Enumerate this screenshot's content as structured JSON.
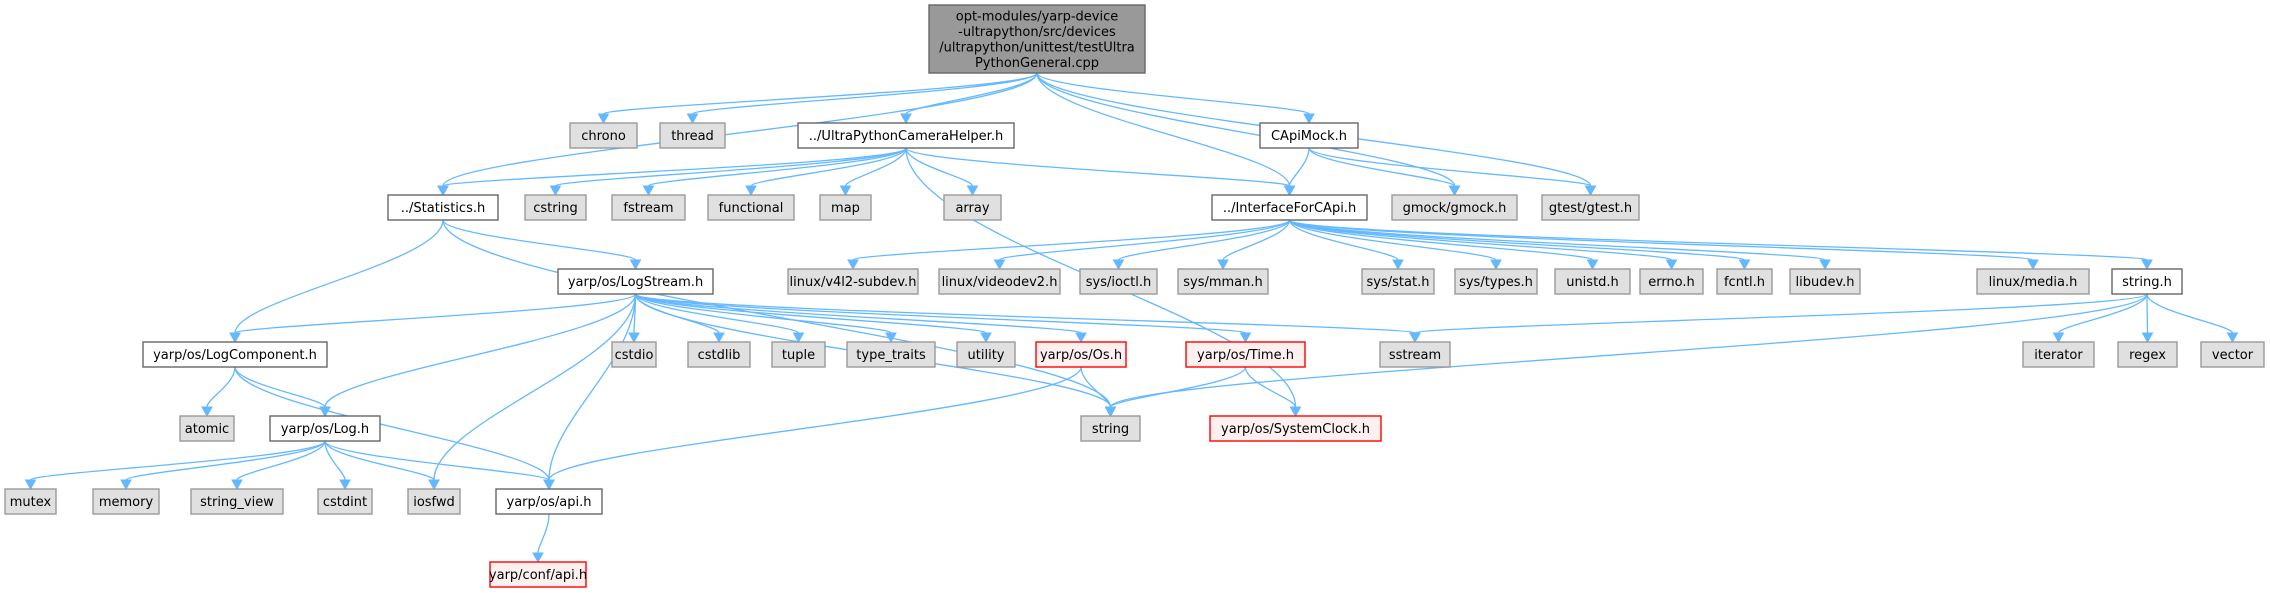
{
  "diagram": {
    "type": "include-dependency-graph",
    "colors": {
      "root_fill": "#999999",
      "root_border": "#666666",
      "documented_fill": "#ffffff",
      "documented_border": "#666666",
      "external_fill": "#e0e0e0",
      "external_border": "#999999",
      "missing_fill": "#fff0f0",
      "missing_border": "#ff0000",
      "edge": "#63b8ff"
    },
    "nodes": [
      {
        "id": "root",
        "label_lines": [
          "opt-modules/yarp-device",
          "-ultrapython/src/devices",
          "/ultrapython/unittest/testUltra",
          "PythonGeneral.cpp"
        ],
        "kind": "root"
      },
      {
        "id": "chrono",
        "label_lines": [
          "chrono"
        ],
        "kind": "external"
      },
      {
        "id": "thread",
        "label_lines": [
          "thread"
        ],
        "kind": "external"
      },
      {
        "id": "helper",
        "label_lines": [
          "../UltraPythonCameraHelper.h"
        ],
        "kind": "documented"
      },
      {
        "id": "capimock",
        "label_lines": [
          "CApiMock.h"
        ],
        "kind": "documented"
      },
      {
        "id": "statistics",
        "label_lines": [
          "../Statistics.h"
        ],
        "kind": "documented"
      },
      {
        "id": "cstring",
        "label_lines": [
          "cstring"
        ],
        "kind": "external"
      },
      {
        "id": "fstream",
        "label_lines": [
          "fstream"
        ],
        "kind": "external"
      },
      {
        "id": "functional",
        "label_lines": [
          "functional"
        ],
        "kind": "external"
      },
      {
        "id": "map",
        "label_lines": [
          "map"
        ],
        "kind": "external"
      },
      {
        "id": "array",
        "label_lines": [
          "array"
        ],
        "kind": "external"
      },
      {
        "id": "iface",
        "label_lines": [
          "../InterfaceForCApi.h"
        ],
        "kind": "documented"
      },
      {
        "id": "gmock",
        "label_lines": [
          "gmock/gmock.h"
        ],
        "kind": "external"
      },
      {
        "id": "gtest",
        "label_lines": [
          "gtest/gtest.h"
        ],
        "kind": "external"
      },
      {
        "id": "logstream",
        "label_lines": [
          "yarp/os/LogStream.h"
        ],
        "kind": "documented"
      },
      {
        "id": "v4l2",
        "label_lines": [
          "linux/v4l2-subdev.h"
        ],
        "kind": "external"
      },
      {
        "id": "videodev2",
        "label_lines": [
          "linux/videodev2.h"
        ],
        "kind": "external"
      },
      {
        "id": "ioctl",
        "label_lines": [
          "sys/ioctl.h"
        ],
        "kind": "external"
      },
      {
        "id": "mman",
        "label_lines": [
          "sys/mman.h"
        ],
        "kind": "external"
      },
      {
        "id": "stat",
        "label_lines": [
          "sys/stat.h"
        ],
        "kind": "external"
      },
      {
        "id": "types",
        "label_lines": [
          "sys/types.h"
        ],
        "kind": "external"
      },
      {
        "id": "unistd",
        "label_lines": [
          "unistd.h"
        ],
        "kind": "external"
      },
      {
        "id": "errno",
        "label_lines": [
          "errno.h"
        ],
        "kind": "external"
      },
      {
        "id": "fcntl",
        "label_lines": [
          "fcntl.h"
        ],
        "kind": "external"
      },
      {
        "id": "libudev",
        "label_lines": [
          "libudev.h"
        ],
        "kind": "external"
      },
      {
        "id": "media",
        "label_lines": [
          "linux/media.h"
        ],
        "kind": "external"
      },
      {
        "id": "stringh",
        "label_lines": [
          "string.h"
        ],
        "kind": "documented"
      },
      {
        "id": "logcomponent",
        "label_lines": [
          "yarp/os/LogComponent.h"
        ],
        "kind": "documented"
      },
      {
        "id": "cstdio",
        "label_lines": [
          "cstdio"
        ],
        "kind": "external"
      },
      {
        "id": "cstdlib",
        "label_lines": [
          "cstdlib"
        ],
        "kind": "external"
      },
      {
        "id": "tuple",
        "label_lines": [
          "tuple"
        ],
        "kind": "external"
      },
      {
        "id": "type_traits",
        "label_lines": [
          "type_traits"
        ],
        "kind": "external"
      },
      {
        "id": "utility",
        "label_lines": [
          "utility"
        ],
        "kind": "external"
      },
      {
        "id": "os",
        "label_lines": [
          "yarp/os/Os.h"
        ],
        "kind": "missing"
      },
      {
        "id": "time",
        "label_lines": [
          "yarp/os/Time.h"
        ],
        "kind": "missing"
      },
      {
        "id": "sstream",
        "label_lines": [
          "sstream"
        ],
        "kind": "external"
      },
      {
        "id": "iterator",
        "label_lines": [
          "iterator"
        ],
        "kind": "external"
      },
      {
        "id": "regex",
        "label_lines": [
          "regex"
        ],
        "kind": "external"
      },
      {
        "id": "vector",
        "label_lines": [
          "vector"
        ],
        "kind": "external"
      },
      {
        "id": "atomic",
        "label_lines": [
          "atomic"
        ],
        "kind": "external"
      },
      {
        "id": "log",
        "label_lines": [
          "yarp/os/Log.h"
        ],
        "kind": "documented"
      },
      {
        "id": "string",
        "label_lines": [
          "string"
        ],
        "kind": "external"
      },
      {
        "id": "systemclock",
        "label_lines": [
          "yarp/os/SystemClock.h"
        ],
        "kind": "missing"
      },
      {
        "id": "mutex",
        "label_lines": [
          "mutex"
        ],
        "kind": "external"
      },
      {
        "id": "memory",
        "label_lines": [
          "memory"
        ],
        "kind": "external"
      },
      {
        "id": "string_view",
        "label_lines": [
          "string_view"
        ],
        "kind": "external"
      },
      {
        "id": "cstdint",
        "label_lines": [
          "cstdint"
        ],
        "kind": "external"
      },
      {
        "id": "iosfwd",
        "label_lines": [
          "iosfwd"
        ],
        "kind": "external"
      },
      {
        "id": "api",
        "label_lines": [
          "yarp/os/api.h"
        ],
        "kind": "documented"
      },
      {
        "id": "confapi",
        "label_lines": [
          "yarp/conf/api.h"
        ],
        "kind": "missing"
      }
    ],
    "edges": [
      [
        "root",
        "chrono"
      ],
      [
        "root",
        "thread"
      ],
      [
        "root",
        "helper"
      ],
      [
        "root",
        "capimock"
      ],
      [
        "root",
        "statistics"
      ],
      [
        "root",
        "iface"
      ],
      [
        "root",
        "gmock"
      ],
      [
        "root",
        "gtest"
      ],
      [
        "helper",
        "statistics"
      ],
      [
        "helper",
        "cstring"
      ],
      [
        "helper",
        "fstream"
      ],
      [
        "helper",
        "functional"
      ],
      [
        "helper",
        "map"
      ],
      [
        "helper",
        "array"
      ],
      [
        "helper",
        "iface"
      ],
      [
        "helper",
        "systemclock"
      ],
      [
        "capimock",
        "iface"
      ],
      [
        "capimock",
        "gmock"
      ],
      [
        "capimock",
        "gtest"
      ],
      [
        "statistics",
        "logcomponent"
      ],
      [
        "statistics",
        "logstream"
      ],
      [
        "statistics",
        "string"
      ],
      [
        "iface",
        "v4l2"
      ],
      [
        "iface",
        "videodev2"
      ],
      [
        "iface",
        "ioctl"
      ],
      [
        "iface",
        "mman"
      ],
      [
        "iface",
        "stat"
      ],
      [
        "iface",
        "types"
      ],
      [
        "iface",
        "unistd"
      ],
      [
        "iface",
        "errno"
      ],
      [
        "iface",
        "fcntl"
      ],
      [
        "iface",
        "libudev"
      ],
      [
        "iface",
        "media"
      ],
      [
        "iface",
        "stringh"
      ],
      [
        "logstream",
        "logcomponent"
      ],
      [
        "logstream",
        "log"
      ],
      [
        "logstream",
        "cstdio"
      ],
      [
        "logstream",
        "cstdlib"
      ],
      [
        "logstream",
        "tuple"
      ],
      [
        "logstream",
        "type_traits"
      ],
      [
        "logstream",
        "utility"
      ],
      [
        "logstream",
        "os"
      ],
      [
        "logstream",
        "time"
      ],
      [
        "logstream",
        "sstream"
      ],
      [
        "logstream",
        "string"
      ],
      [
        "logstream",
        "iosfwd"
      ],
      [
        "logstream",
        "api"
      ],
      [
        "stringh",
        "sstream"
      ],
      [
        "stringh",
        "string"
      ],
      [
        "stringh",
        "iterator"
      ],
      [
        "stringh",
        "regex"
      ],
      [
        "stringh",
        "vector"
      ],
      [
        "logcomponent",
        "atomic"
      ],
      [
        "logcomponent",
        "log"
      ],
      [
        "logcomponent",
        "api"
      ],
      [
        "os",
        "string"
      ],
      [
        "os",
        "api"
      ],
      [
        "time",
        "string"
      ],
      [
        "time",
        "systemclock"
      ],
      [
        "log",
        "mutex"
      ],
      [
        "log",
        "memory"
      ],
      [
        "log",
        "string_view"
      ],
      [
        "log",
        "cstdint"
      ],
      [
        "log",
        "iosfwd"
      ],
      [
        "log",
        "api"
      ],
      [
        "api",
        "confapi"
      ]
    ]
  }
}
